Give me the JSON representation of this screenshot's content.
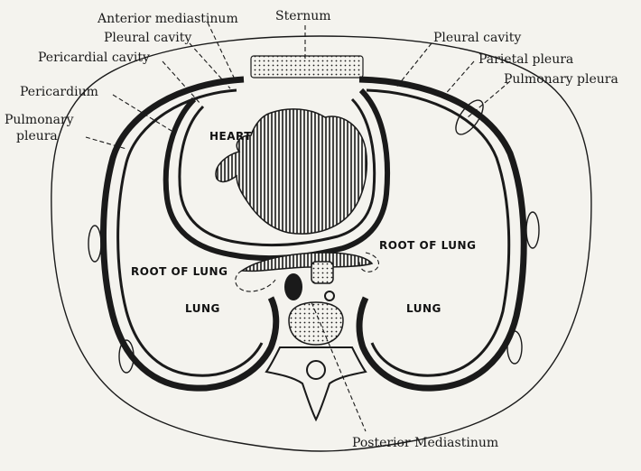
{
  "labels": {
    "anterior_mediastinum": "Anterior mediastinum",
    "sternum": "Sternum",
    "pleural_cavity_left": "Pleural cavity",
    "pericardial_cavity": "Pericardial cavity",
    "pericardium": "Pericardium",
    "pulmonary_pleura_left_1": "Pulmonary",
    "pulmonary_pleura_left_2": "pleura",
    "pleural_cavity_right": "Pleural cavity",
    "parietal_pleura": "Parietal pleura",
    "pulmonary_pleura_right": "Pulmonary pleura",
    "posterior_mediastinum": "Posterior Mediastinum"
  },
  "regions": {
    "heart": "HEART",
    "root_of_lung_right": "ROOT OF LUNG",
    "root_of_lung_left": "ROOT OF LUNG",
    "lung_left": "LUNG",
    "lung_right": "LUNG"
  },
  "colors": {
    "ink": "#1a1a1a",
    "paper": "#f4f3ee"
  }
}
